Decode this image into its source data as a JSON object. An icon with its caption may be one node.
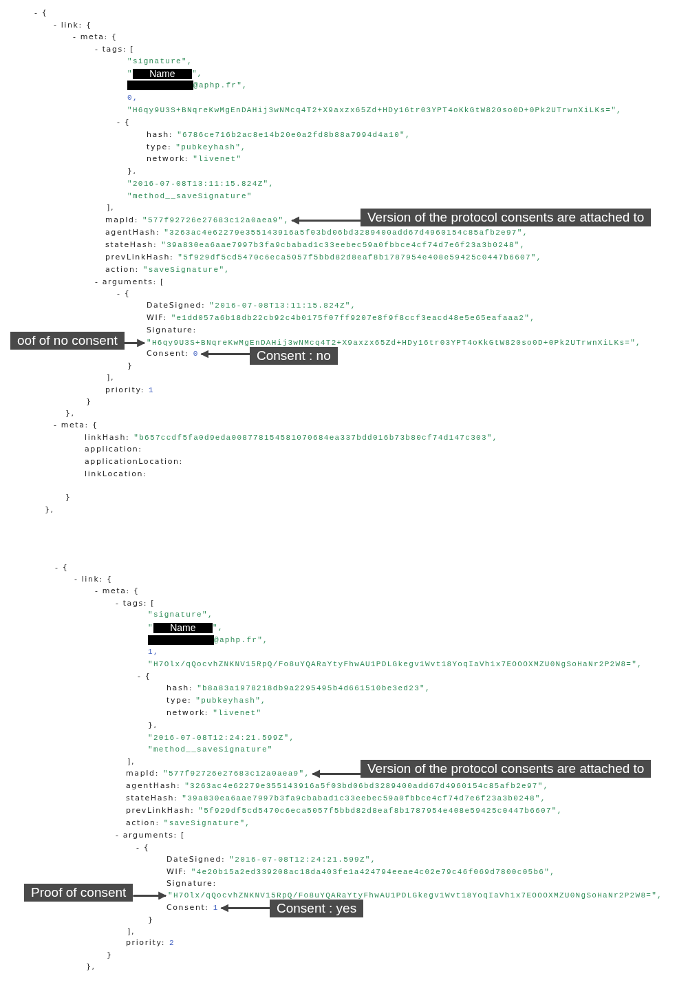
{
  "diagram": {
    "nodes": [
      {
        "text": [
          "Version of the protocol consents are attached to"
        ]
      },
      {
        "text": [
          "\"577f92726e27683c12a0aea9\","
        ]
      },
      {
        "text": [
          "oof of no consent"
        ]
      },
      {
        "text": [
          "\"H6qy9U3S+BNqreKwMgEnDAHij3wNMcq4T2+X9axzx65Zd+HDy16tr03YPT4oKkGtW820so0D+0Pk2UTrwnXiLKs=\","
        ]
      },
      {
        "text": [
          "Consent : no"
        ]
      },
      {
        "text": [
          "0"
        ]
      },
      {
        "text": [
          "Version of the protocol consents are attached to"
        ]
      },
      {
        "text": [
          "\"577f92726e27683c12a0aea9\","
        ]
      },
      {
        "text": [
          "Proof of consent"
        ]
      },
      {
        "text": [
          "\"H7Olx/qQocvhZNKNV15RpQ/Fo8uYQARaYtyFhwAU1PDLGkegv1Wvt18YoqIaVh1x7EOOOXMZU0NgSoHaNr2P2W8=\","
        ]
      },
      {
        "text": [
          "Consent : yes"
        ]
      },
      {
        "text": [
          "1"
        ]
      }
    ],
    "edges": [
      {
        "from": 0,
        "to": 1,
        "arrow": "to"
      },
      {
        "from": 2,
        "to": 3,
        "arrow": "to"
      },
      {
        "from": 4,
        "to": 5,
        "arrow": "to"
      },
      {
        "from": 6,
        "to": 7,
        "arrow": "to"
      },
      {
        "from": 8,
        "to": 9,
        "arrow": "to"
      },
      {
        "from": 10,
        "to": 11,
        "arrow": "to"
      }
    ],
    "labels": [
      "- {",
      "- link: {",
      "- meta: {",
      "- tags: [",
      "\"signature\",",
      "\"",
      "Name",
      "\",",
      "@aphp.fr\",",
      "0,",
      "\"H6qy9U3S+BNqreKwMgEnDAHij3wNMcq4T2+X9axzx65Zd+HDy16tr03YPT4oKkGtW820so0D+0Pk2UTrwnXiLKs=\",",
      "- {",
      "hash:",
      "\"6786ce716b2ac8e14b20e0a2fd8b88a7994d4a10\",",
      "type:",
      "\"pubkeyhash\",",
      "network:",
      "\"livenet\"",
      "},",
      "\"2016-07-08T13:11:15.824Z\",",
      "\"method__saveSignature\"",
      "],",
      "mapId:",
      "agentHash:",
      "\"3263ac4e62279e355143916a5f03bd06bd3289400add67d4960154c85afb2e97\",",
      "stateHash:",
      "\"39a830ea6aae7997b3fa9cbabad1c33eebec59a0fbbce4cf74d7e6f23a3b0248\",",
      "prevLinkHash:",
      "\"5f929df5cd5470c6eca5057f5bbd82d8eaf8b1787954e408e59425c0447b6607\",",
      "action:",
      "\"saveSignature\",",
      "- arguments: [",
      "- {",
      "DateSigned:",
      "\"2016-07-08T13:11:15.824Z\",",
      "WIF:",
      "\"e1dd057a6b18db22cb92c4b0175f07ff9207e8f9f8ccf3eacd48e5e65eafaaa2\",",
      "Signature:",
      "Consent:",
      "}",
      "],",
      "priority:",
      "1",
      "}",
      "},",
      "- meta: {",
      "linkHash:",
      "\"b657ccdf5fa0d9eda008778154581070684ea337bdd016b73b80cf74d147c303\",",
      "application:",
      "applicationLocation:",
      "linkLocation:",
      "}",
      "},",
      "- {",
      "- link: {",
      "- meta: {",
      "- tags: [",
      "\"signature\",",
      "\"",
      "Name",
      "\",",
      "@aphp.fr\",",
      "1,",
      "\"H7Olx/qQocvhZNKNV15RpQ/Fo8uYQARaYtyFhwAU1PDLGkegv1Wvt18YoqIaVh1x7EOOOXMZU0NgSoHaNr2P2W8=\",",
      "- {",
      "hash:",
      "\"b8a83a1978218db9a2295495b4d661510be3ed23\",",
      "type:",
      "\"pubkeyhash\",",
      "network:",
      "\"livenet\"",
      "},",
      "\"2016-07-08T12:24:21.599Z\",",
      "\"method__saveSignature\"",
      "],",
      "mapId:",
      "agentHash:",
      "\"3263ac4e62279e355143916a5f03bd06bd3289400add67d4960154c85afb2e97\",",
      "stateHash:",
      "\"39a830ea6aae7997b3fa9cbabad1c33eebec59a0fbbce4cf74d7e6f23a3b0248\",",
      "prevLinkHash:",
      "\"5f929df5cd5470c6eca5057f5bbd82d8eaf8b1787954e408e59425c0447b6607\",",
      "action:",
      "\"saveSignature\",",
      "- arguments: [",
      "- {",
      "DateSigned:",
      "\"2016-07-08T12:24:21.599Z\",",
      "WIF:",
      "\"4e20b15a2ed339208ac18da403fe1a424794eeae4c02e79c46f069d7800c05b6\",",
      "Signature:",
      "Consent:",
      "}",
      "],",
      "priority:",
      "2",
      "}",
      "},"
    ]
  }
}
